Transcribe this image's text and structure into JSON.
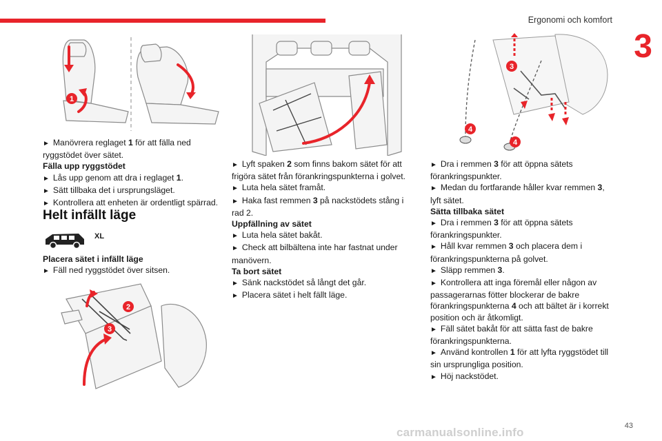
{
  "header": {
    "title": "Ergonomi och komfort",
    "chapter": "3",
    "page": "43"
  },
  "watermark": "carmanualsonline.info",
  "col1": {
    "intro": [
      {
        "type": "step",
        "parts": [
          "Manövrera reglaget ",
          "1",
          " för att fälla ned ryggstödet över sätet."
        ]
      },
      {
        "type": "heading",
        "text": "Fälla upp ryggstödet"
      },
      {
        "type": "step",
        "parts": [
          "Lås upp genom att dra i reglaget ",
          "1",
          "."
        ]
      },
      {
        "type": "step",
        "parts": [
          "Sätt tillbaka det i ursprungsläget."
        ]
      },
      {
        "type": "step",
        "parts": [
          "Kontrollera att enheten är ordentligt spärrad."
        ]
      }
    ],
    "section_title": "Helt infällt läge",
    "xl_label": "XL",
    "placera_heading": "Placera sätet i infällt läge",
    "placera_step": "Fäll ned ryggstödet över sitsen.",
    "figure_markers": [
      "1",
      "2",
      "3"
    ]
  },
  "col2": {
    "lines": [
      {
        "type": "step",
        "parts": [
          "Lyft spaken ",
          "2",
          " som finns bakom sätet för att frigöra sätet från förankringspunkterna i golvet."
        ]
      },
      {
        "type": "step",
        "parts": [
          "Luta hela sätet framåt."
        ]
      },
      {
        "type": "step",
        "parts": [
          "Haka fast remmen ",
          "3",
          " på nackstödets stång i rad 2."
        ]
      },
      {
        "type": "heading",
        "text": "Uppfällning av sätet"
      },
      {
        "type": "step",
        "parts": [
          "Luta hela sätet bakåt."
        ]
      },
      {
        "type": "step",
        "parts": [
          "Check att bilbältena inte har fastnat under manövern."
        ]
      },
      {
        "type": "heading",
        "text": "Ta bort sätet"
      },
      {
        "type": "step",
        "parts": [
          "Sänk nackstödet så långt det går."
        ]
      },
      {
        "type": "step",
        "parts": [
          "Placera sätet i helt fällt läge."
        ]
      }
    ]
  },
  "col3": {
    "figure_markers": [
      "3",
      "4",
      "4"
    ],
    "lines": [
      {
        "type": "step",
        "parts": [
          "Dra i remmen ",
          "3",
          " för att öppna sätets förankringspunkter."
        ]
      },
      {
        "type": "step",
        "parts": [
          "Medan du fortfarande håller kvar remmen ",
          "3",
          ", lyft sätet."
        ]
      },
      {
        "type": "heading",
        "text": "Sätta tillbaka sätet"
      },
      {
        "type": "step",
        "parts": [
          "Dra i remmen ",
          "3",
          " för att öppna sätets förankringspunkter."
        ]
      },
      {
        "type": "step",
        "parts": [
          "Håll kvar remmen ",
          "3",
          " och placera dem i förankringspunkterna på golvet."
        ]
      },
      {
        "type": "step",
        "parts": [
          "Släpp remmen ",
          "3",
          "."
        ]
      },
      {
        "type": "step",
        "parts": [
          "Kontrollera att inga föremål eller någon av passagerarnas fötter blockerar de bakre förankringspunkterna ",
          "4",
          " och att bältet är i korrekt position och är åtkomligt."
        ]
      },
      {
        "type": "step",
        "parts": [
          "Fäll sätet bakåt för att sätta fast de bakre förankringspunkterna."
        ]
      },
      {
        "type": "step",
        "parts": [
          "Använd kontrollen ",
          "1",
          " för att lyfta ryggstödet till sin ursprungliga position."
        ]
      },
      {
        "type": "step",
        "parts": [
          "Höj nackstödet."
        ]
      }
    ]
  },
  "colors": {
    "accent": "#e8242a",
    "line": "#8a8a8a",
    "fill": "#f4f4f4"
  },
  "arrow_glyph": "►"
}
